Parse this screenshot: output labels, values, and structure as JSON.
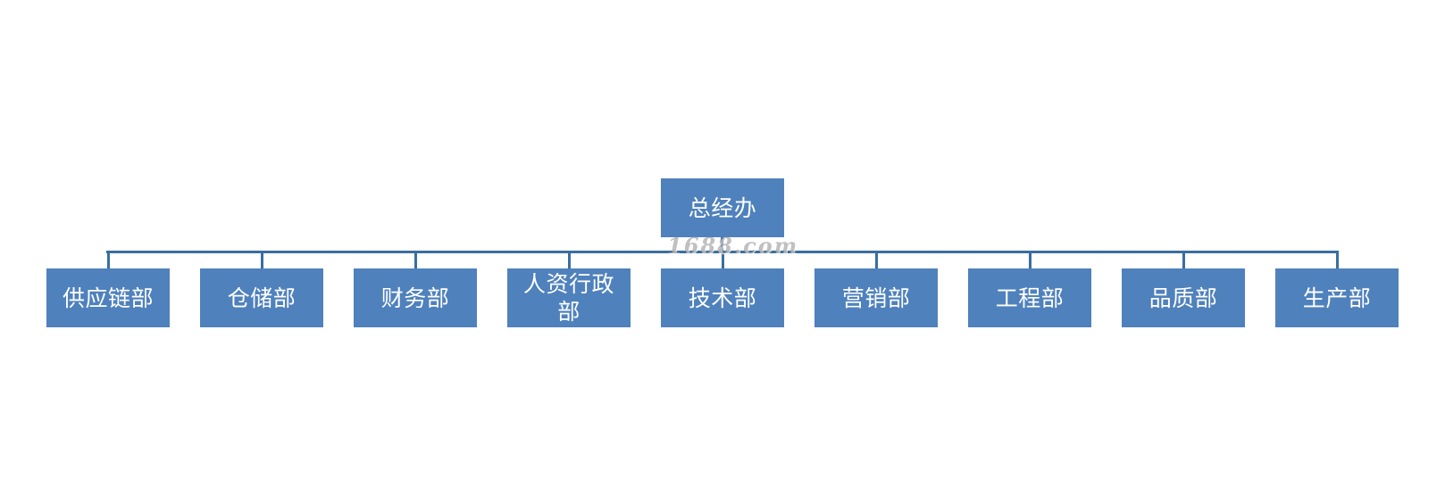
{
  "root": {
    "label": "总经办"
  },
  "departments": [
    {
      "label": "供应链部"
    },
    {
      "label": "仓储部"
    },
    {
      "label": "财务部"
    },
    {
      "label": "人资行政部"
    },
    {
      "label": "技术部"
    },
    {
      "label": "营销部"
    },
    {
      "label": "工程部"
    },
    {
      "label": "品质部"
    },
    {
      "label": "生产部"
    }
  ],
  "watermark": "1688.com",
  "colors": {
    "box_fill": "#4f81bd",
    "connector": "#3a6ea0",
    "text": "#ffffff"
  }
}
